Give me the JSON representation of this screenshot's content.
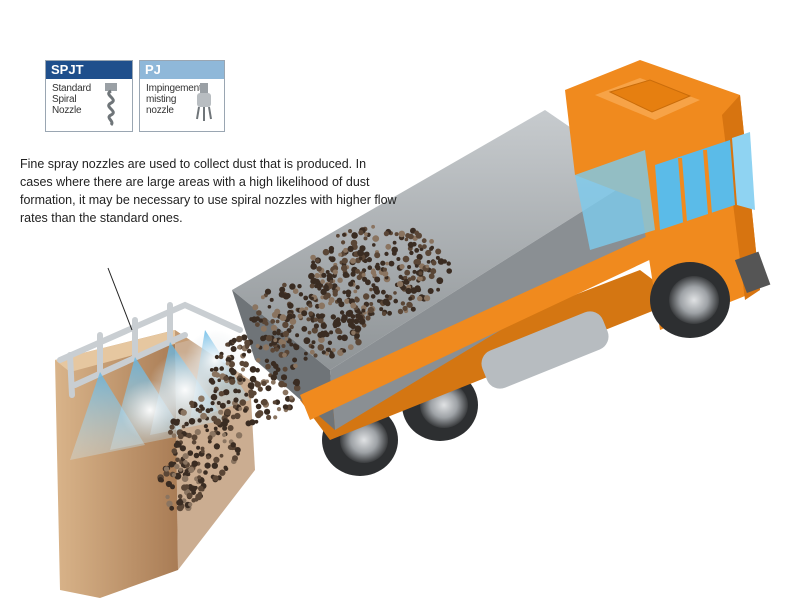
{
  "cards": [
    {
      "code": "SPJT",
      "lines": [
        "Standard",
        "Spiral",
        "Nozzle"
      ]
    },
    {
      "code": "PJ",
      "lines": [
        "Impingement",
        "misting",
        "nozzle"
      ]
    }
  ],
  "caption": "Fine spray nozzles are used to collect dust that is produced. In cases where there are large areas with a high likelihood of dust formation, it may be necessary to use spiral nozzles with higher flow rates than the standard ones.",
  "colors": {
    "truck_orange": "#f08a1e",
    "spjt_header": "#1f4f8c",
    "pj_header": "#8fb8d9",
    "bed_gray": "#9ea3a8",
    "spray_blue": "#8fd0f0",
    "wall_tan": "#c9a27a"
  }
}
